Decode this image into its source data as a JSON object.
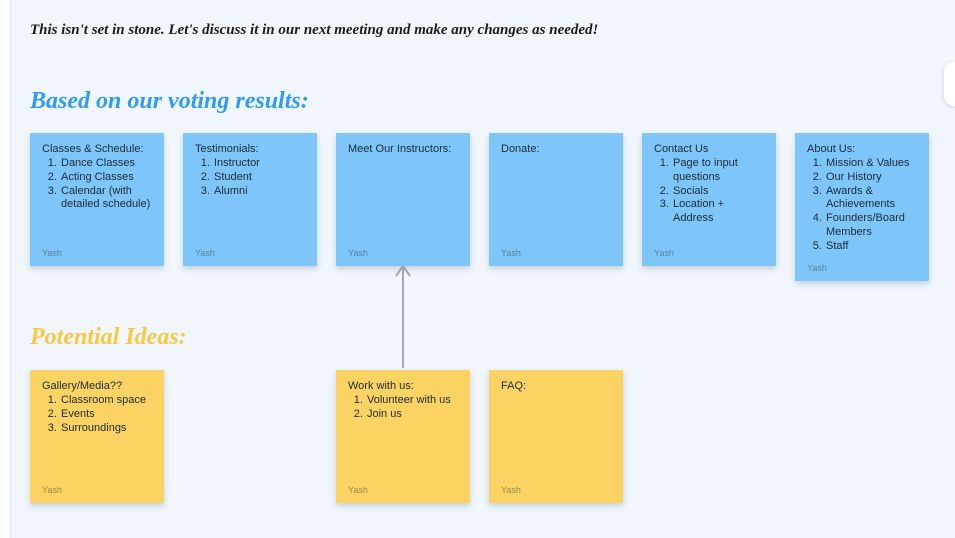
{
  "canvas_note": "This isn't set in stone. Let's discuss it in our next meeting and make any changes as needed!",
  "voting_section": {
    "heading": "Based on our voting results:",
    "stickies": [
      {
        "title": "Classes & Schedule:",
        "items": [
          "Dance Classes",
          "Acting Classes",
          "Calendar (with detailed schedule)"
        ],
        "author": "Yash"
      },
      {
        "title": "Testimonials:",
        "items": [
          "Instructor",
          "Student",
          "Alumni"
        ],
        "author": "Yash"
      },
      {
        "title": "Meet Our Instructors:",
        "items": [],
        "author": "Yash"
      },
      {
        "title": "Donate:",
        "items": [],
        "author": "Yash"
      },
      {
        "title": "Contact Us",
        "items": [
          "Page to input questions",
          "Socials",
          "Location + Address"
        ],
        "author": "Yash"
      },
      {
        "title": "About Us:",
        "items": [
          "Mission & Values",
          "Our History",
          "Awards & Achievements",
          "Founders/Board Members",
          "Staff"
        ],
        "author": "Yash"
      }
    ]
  },
  "ideas_section": {
    "heading": "Potential Ideas:",
    "stickies": [
      {
        "title": "Gallery/Media??",
        "items": [
          "Classroom space",
          "Events",
          "Surroundings"
        ],
        "author": "Yash"
      },
      {
        "title": "Work with us:",
        "items": [
          "Volunteer with us",
          "Join us"
        ],
        "author": "Yash"
      },
      {
        "title": "FAQ:",
        "items": [],
        "author": "Yash"
      }
    ]
  },
  "connector": {
    "description": "arrow-from-work-with-us-to-meet-our-instructors",
    "color": "#A6ABB1"
  },
  "colors": {
    "canvas_background": "#F0F6FB",
    "sticky_blue": "#7EC6FA",
    "sticky_yellow": "#FBD362",
    "heading_blue": "#2F9CF4",
    "heading_yellow": "#F9C841",
    "annotation_text": "#1B1B1B",
    "author_text": "rgba(28,43,54,0.45)"
  }
}
